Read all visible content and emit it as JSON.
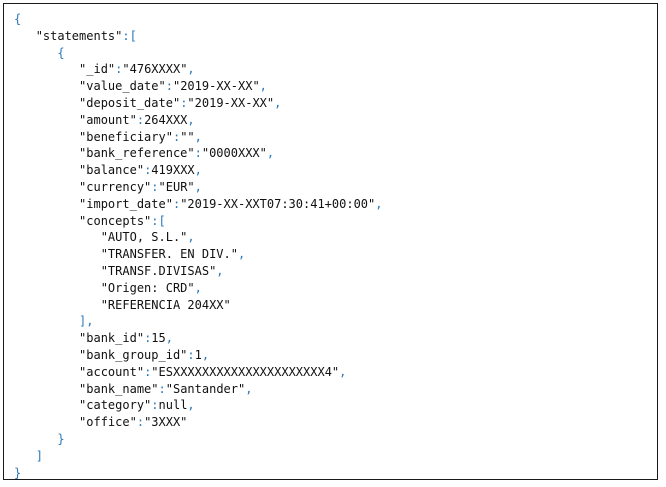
{
  "document": {
    "lines": [
      {
        "indent": 0,
        "tokens": [
          {
            "t": "{",
            "c": "p"
          }
        ]
      },
      {
        "indent": 1,
        "tokens": [
          {
            "t": "\"statements\"",
            "c": "k"
          },
          {
            "t": ":[",
            "c": "p"
          }
        ]
      },
      {
        "indent": 2,
        "tokens": [
          {
            "t": "{",
            "c": "p"
          }
        ]
      },
      {
        "indent": 3,
        "tokens": [
          {
            "t": "\"_id\"",
            "c": "k"
          },
          {
            "t": ":",
            "c": "p"
          },
          {
            "t": "\"476XXXX\"",
            "c": "s"
          },
          {
            "t": ",",
            "c": "p"
          }
        ]
      },
      {
        "indent": 3,
        "tokens": [
          {
            "t": "\"value_date\"",
            "c": "k"
          },
          {
            "t": ":",
            "c": "p"
          },
          {
            "t": "\"2019-XX-XX\"",
            "c": "s"
          },
          {
            "t": ",",
            "c": "p"
          }
        ]
      },
      {
        "indent": 3,
        "tokens": [
          {
            "t": "\"deposit_date\"",
            "c": "k"
          },
          {
            "t": ":",
            "c": "p"
          },
          {
            "t": "\"2019-XX-XX\"",
            "c": "s"
          },
          {
            "t": ",",
            "c": "p"
          }
        ]
      },
      {
        "indent": 3,
        "tokens": [
          {
            "t": "\"amount\"",
            "c": "k"
          },
          {
            "t": ":",
            "c": "p"
          },
          {
            "t": "264XXX",
            "c": "n"
          },
          {
            "t": ",",
            "c": "p"
          }
        ]
      },
      {
        "indent": 3,
        "tokens": [
          {
            "t": "\"beneficiary\"",
            "c": "k"
          },
          {
            "t": ":",
            "c": "p"
          },
          {
            "t": "\"\"",
            "c": "s"
          },
          {
            "t": ",",
            "c": "p"
          }
        ]
      },
      {
        "indent": 3,
        "tokens": [
          {
            "t": "\"bank_reference\"",
            "c": "k"
          },
          {
            "t": ":",
            "c": "p"
          },
          {
            "t": "\"0000XXX\"",
            "c": "s"
          },
          {
            "t": ",",
            "c": "p"
          }
        ]
      },
      {
        "indent": 3,
        "tokens": [
          {
            "t": "\"balance\"",
            "c": "k"
          },
          {
            "t": ":",
            "c": "p"
          },
          {
            "t": "419XXX",
            "c": "n"
          },
          {
            "t": ",",
            "c": "p"
          }
        ]
      },
      {
        "indent": 3,
        "tokens": [
          {
            "t": "\"currency\"",
            "c": "k"
          },
          {
            "t": ":",
            "c": "p"
          },
          {
            "t": "\"EUR\"",
            "c": "s"
          },
          {
            "t": ",",
            "c": "p"
          }
        ]
      },
      {
        "indent": 3,
        "tokens": [
          {
            "t": "\"import_date\"",
            "c": "k"
          },
          {
            "t": ":",
            "c": "p"
          },
          {
            "t": "\"2019-XX-XXT07:30:41+00:00\"",
            "c": "s"
          },
          {
            "t": ",",
            "c": "p"
          }
        ]
      },
      {
        "indent": 3,
        "tokens": [
          {
            "t": "\"concepts\"",
            "c": "k"
          },
          {
            "t": ":[",
            "c": "p"
          }
        ]
      },
      {
        "indent": 4,
        "tokens": [
          {
            "t": "\"AUTO, S.L.\"",
            "c": "s"
          },
          {
            "t": ",",
            "c": "p"
          }
        ]
      },
      {
        "indent": 4,
        "tokens": [
          {
            "t": "\"TRANSFER. EN DIV.\"",
            "c": "s"
          },
          {
            "t": ",",
            "c": "p"
          }
        ]
      },
      {
        "indent": 4,
        "tokens": [
          {
            "t": "\"TRANSF.DIVISAS\"",
            "c": "s"
          },
          {
            "t": ",",
            "c": "p"
          }
        ]
      },
      {
        "indent": 4,
        "tokens": [
          {
            "t": "\"Origen: CRD\"",
            "c": "s"
          },
          {
            "t": ",",
            "c": "p"
          }
        ]
      },
      {
        "indent": 4,
        "tokens": [
          {
            "t": "\"REFERENCIA 204XX\"",
            "c": "s"
          }
        ]
      },
      {
        "indent": 3,
        "tokens": [
          {
            "t": "],",
            "c": "p"
          }
        ]
      },
      {
        "indent": 3,
        "tokens": [
          {
            "t": "\"bank_id\"",
            "c": "k"
          },
          {
            "t": ":",
            "c": "p"
          },
          {
            "t": "15",
            "c": "n"
          },
          {
            "t": ",",
            "c": "p"
          }
        ]
      },
      {
        "indent": 3,
        "tokens": [
          {
            "t": "\"bank_group_id\"",
            "c": "k"
          },
          {
            "t": ":",
            "c": "p"
          },
          {
            "t": "1",
            "c": "n"
          },
          {
            "t": ",",
            "c": "p"
          }
        ]
      },
      {
        "indent": 3,
        "tokens": [
          {
            "t": "\"account\"",
            "c": "k"
          },
          {
            "t": ":",
            "c": "p"
          },
          {
            "t": "\"ESXXXXXXXXXXXXXXXXXXXXX4\"",
            "c": "s"
          },
          {
            "t": ",",
            "c": "p"
          }
        ]
      },
      {
        "indent": 3,
        "tokens": [
          {
            "t": "\"bank_name\"",
            "c": "k"
          },
          {
            "t": ":",
            "c": "p"
          },
          {
            "t": "\"Santander\"",
            "c": "s"
          },
          {
            "t": ",",
            "c": "p"
          }
        ]
      },
      {
        "indent": 3,
        "tokens": [
          {
            "t": "\"category\"",
            "c": "k"
          },
          {
            "t": ":",
            "c": "p"
          },
          {
            "t": "null",
            "c": "n"
          },
          {
            "t": ",",
            "c": "p"
          }
        ]
      },
      {
        "indent": 3,
        "tokens": [
          {
            "t": "\"office\"",
            "c": "k"
          },
          {
            "t": ":",
            "c": "p"
          },
          {
            "t": "\"3XXX\"",
            "c": "s"
          }
        ]
      },
      {
        "indent": 2,
        "tokens": [
          {
            "t": "}",
            "c": "p"
          }
        ]
      },
      {
        "indent": 1,
        "tokens": [
          {
            "t": "]",
            "c": "p"
          }
        ]
      },
      {
        "indent": 0,
        "tokens": [
          {
            "t": "}",
            "c": "p"
          }
        ]
      }
    ]
  }
}
